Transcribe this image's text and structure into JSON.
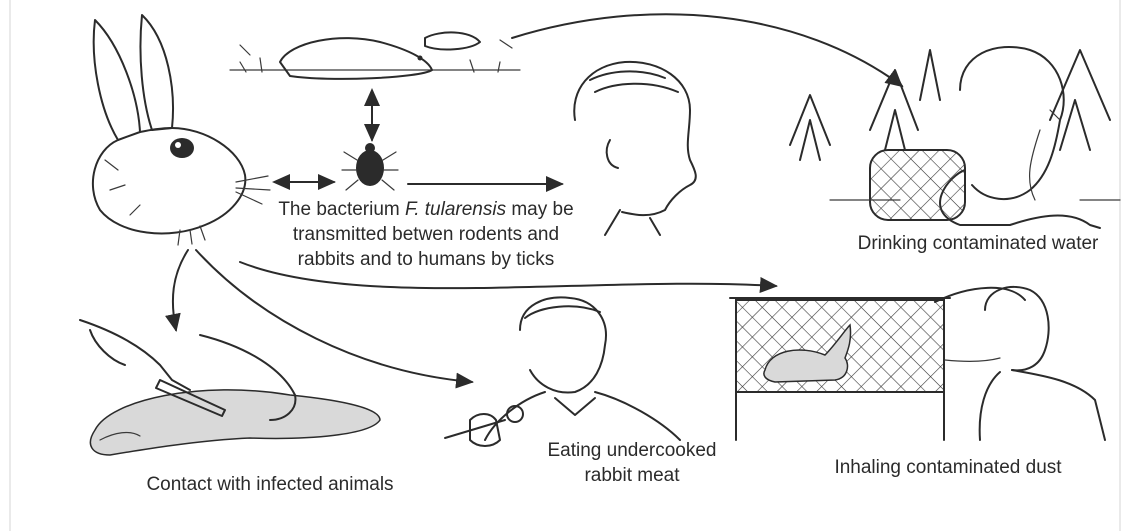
{
  "labels": {
    "bacterium_pre": "The bacterium ",
    "bacterium_name": "F. tularensis",
    "bacterium_post": " may be",
    "bacterium_line2": "transmitted betwen rodents and",
    "bacterium_line3": "rabbits and to humans by ticks",
    "water": "Drinking contaminated water",
    "contact": "Contact with infected animals",
    "eating_line1": "Eating undercooked",
    "eating_line2": "rabbit meat",
    "dust": "Inhaling contaminated dust"
  },
  "colors": {
    "ink": "#2b2b2b",
    "background": "#ffffff"
  }
}
